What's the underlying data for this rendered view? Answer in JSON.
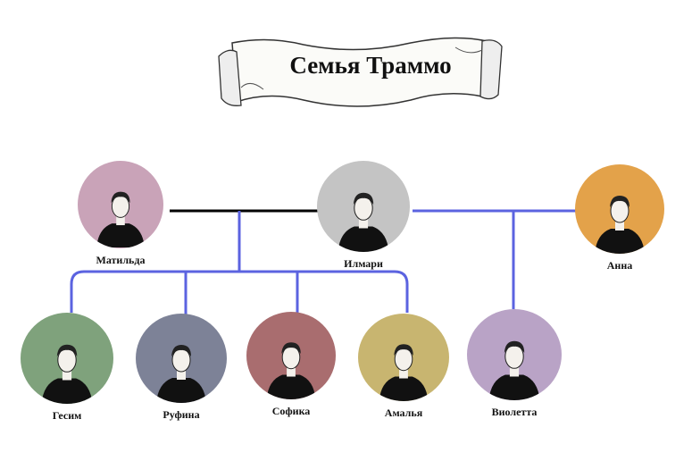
{
  "title": "Семья Траммо",
  "colors": {
    "marriage_line": "#000000",
    "relation_line": "#5b63e0"
  },
  "people": {
    "matilda": {
      "name": "Матильда",
      "bg": "#c9a3b8"
    },
    "ilmari": {
      "name": "Илмари",
      "bg": "#c4c4c4"
    },
    "anna": {
      "name": "Анна",
      "bg": "#e3a24a"
    },
    "gesim": {
      "name": "Гесим",
      "bg": "#7fa27c"
    },
    "rufina": {
      "name": "Руфина",
      "bg": "#7d8297"
    },
    "sofika": {
      "name": "Софика",
      "bg": "#a96d6f"
    },
    "amalia": {
      "name": "Амалья",
      "bg": "#c8b570"
    },
    "violetta": {
      "name": "Виолетта",
      "bg": "#b9a3c6"
    }
  }
}
